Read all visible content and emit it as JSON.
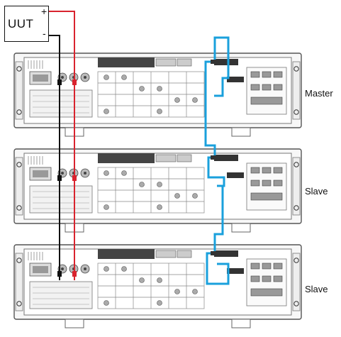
{
  "uut": {
    "label": "UUT",
    "plus": "+",
    "minus": "-"
  },
  "units": [
    {
      "label": "Master"
    },
    {
      "label": "Slave"
    },
    {
      "label": "Slave"
    }
  ],
  "colors": {
    "positive_wire": "#d9232e",
    "negative_wire": "#111111",
    "link_cable": "#1aa0dc",
    "chassis_line": "#555555"
  },
  "icons": [
    "uut-box",
    "instrument-rear-panel",
    "parallel-link-cable"
  ]
}
